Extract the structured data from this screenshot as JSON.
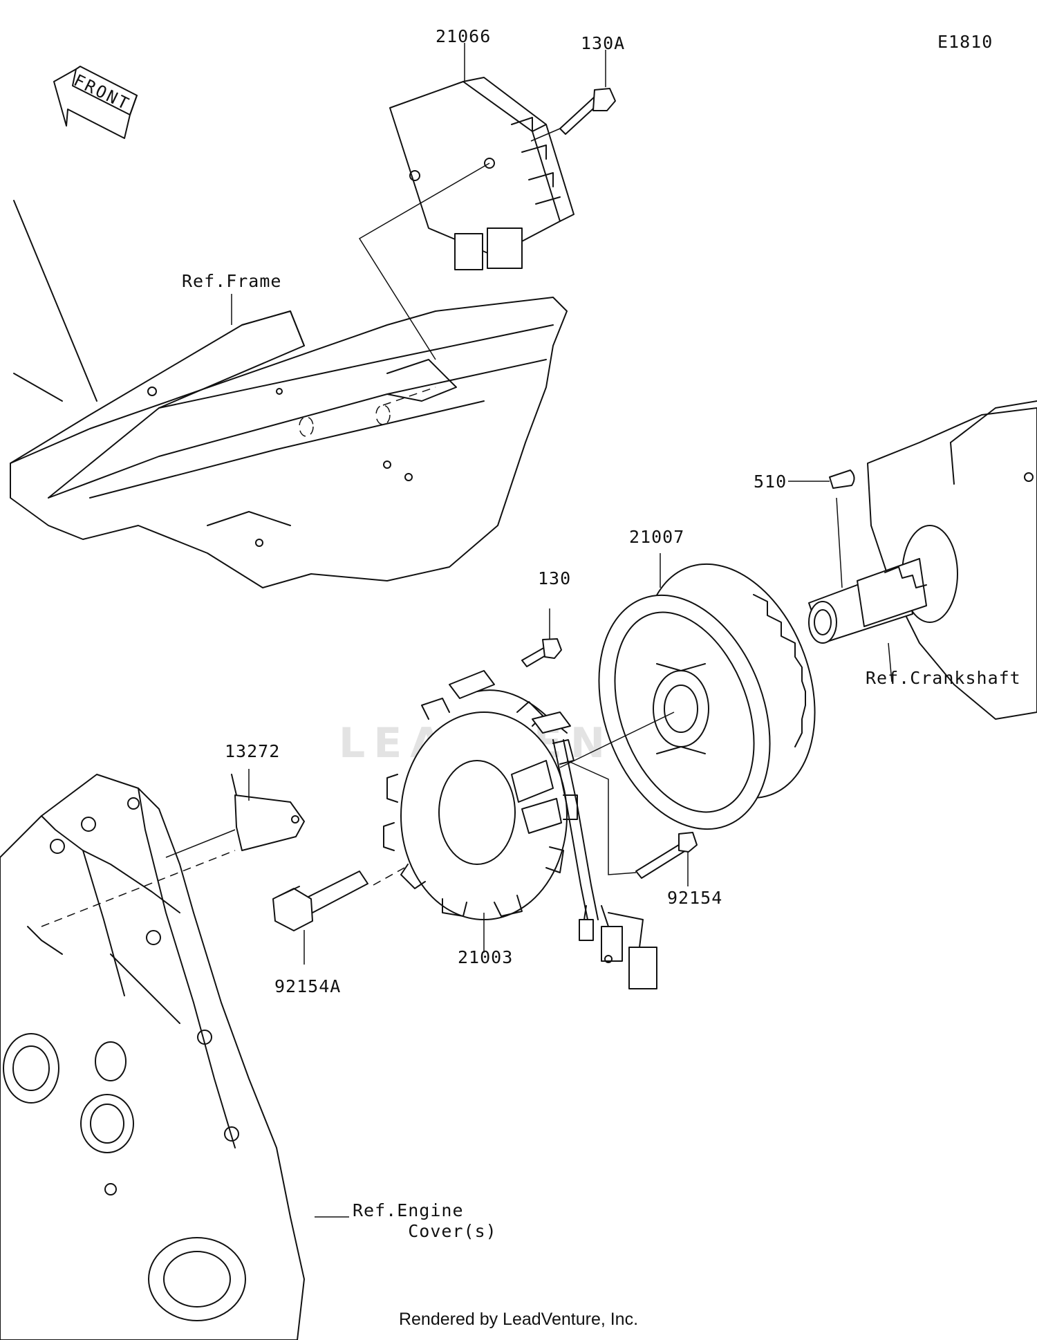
{
  "diagram_id": "E1810",
  "front_label": "FRONT",
  "callouts": {
    "regulator": "21066",
    "bolt_130a": "130A",
    "ref_frame": "Ref.Frame",
    "key_510": "510",
    "flywheel": "21007",
    "bolt_130": "130",
    "ref_crankshaft": "Ref.Crankshaft",
    "plate": "13272",
    "bolt_92154": "92154",
    "stator": "21003",
    "bolt_92154a": "92154A",
    "ref_engine_cover": "Ref.Engine\n     Cover(s)"
  },
  "footer": "Rendered by LeadVenture, Inc.",
  "watermark": "LEADVENTURE"
}
